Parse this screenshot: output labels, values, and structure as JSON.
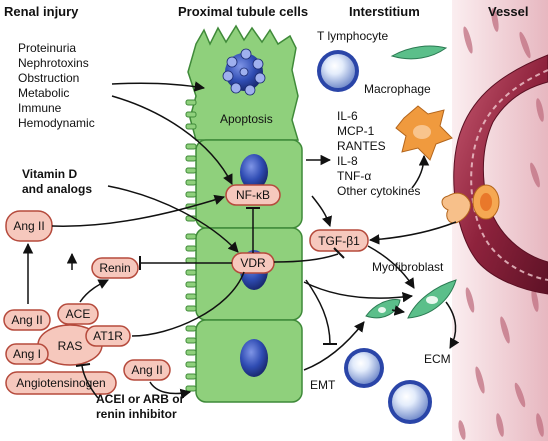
{
  "headers": {
    "renal_injury": "Renal injury",
    "proximal_tubule": "Proximal tubule cells",
    "interstitium": "Interstitium",
    "vessel": "Vessel"
  },
  "injury_causes": [
    "Proteinuria",
    "Nephrotoxins",
    "Obstruction",
    "Metabolic",
    "Immune",
    "Hemodynamic"
  ],
  "labels": {
    "apoptosis": "Apoptosis",
    "t_lymphocyte": "T lymphocyte",
    "macrophage": "Macrophage",
    "myofibroblast": "Myofibroblast",
    "ecm": "ECM",
    "emt": "EMT",
    "vitamin_d_line1": "Vitamin D",
    "vitamin_d_line2": "and analogs",
    "acei_line1": "ACEI or ARB or",
    "acei_line2": "renin inhibitor"
  },
  "cytokines": [
    "IL-6",
    "MCP-1",
    "RANTES",
    "IL-8",
    "TNF-α",
    "Other cytokines"
  ],
  "pills": {
    "nfkb": "NF-κB",
    "vdr": "VDR",
    "tgfb1": "TGF-β1",
    "renin": "Renin",
    "ang2_top": "Ang II",
    "ang2_ras": "Ang II",
    "ace": "ACE",
    "at1r": "AT1R",
    "ang1": "Ang I",
    "ras": "RAS",
    "angiotensinogen": "Angiotensinogen",
    "ang2_low": "Ang II"
  },
  "colors": {
    "cell_green": "#8fd07c",
    "cell_green_dark": "#3f8a39",
    "pill_fill": "#f6c8bd",
    "pill_stroke": "#b54a3c",
    "nucleus_blue": "#2a45a8",
    "vessel_red": "#a8324a",
    "macrophage_orange": "#f09a3e"
  }
}
